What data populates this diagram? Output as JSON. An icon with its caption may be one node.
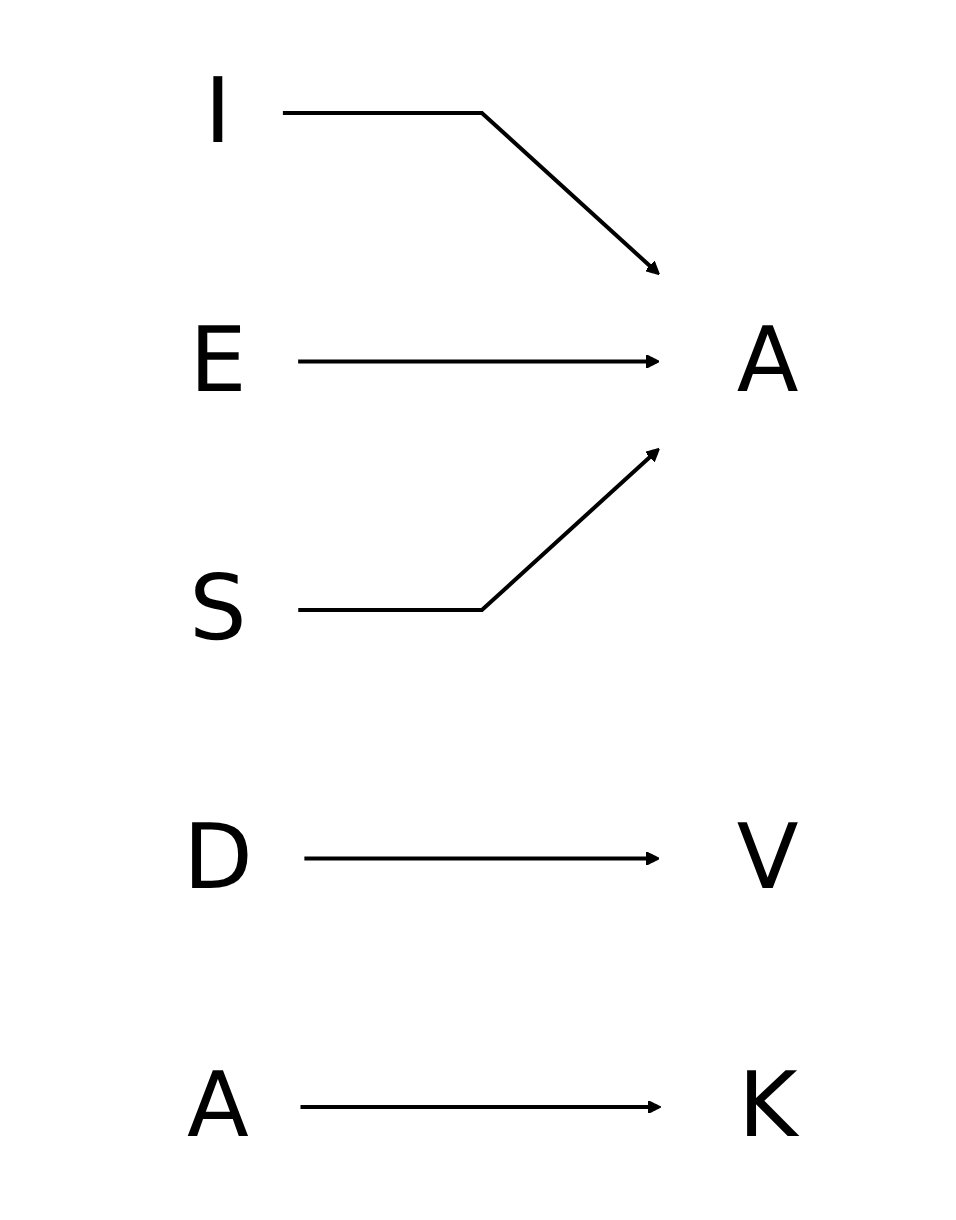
{
  "diagram": {
    "nodes": [
      {
        "text": [
          "I"
        ]
      },
      {
        "text": [
          "D"
        ]
      },
      {
        "text": [
          "E"
        ]
      },
      {
        "text": [
          "A"
        ]
      },
      {
        "text": [
          "S"
        ]
      },
      {
        "text": [
          "V"
        ]
      },
      {
        "text": [
          "A"
        ]
      },
      {
        "text": [
          "K"
        ]
      }
    ],
    "edges": [
      {
        "from": 0,
        "to": 6,
        "arrow": "to"
      },
      {
        "from": 1,
        "to": 5,
        "arrow": "to"
      },
      {
        "from": 2,
        "to": 6,
        "arrow": "to"
      },
      {
        "from": 3,
        "to": 7,
        "arrow": "to"
      },
      {
        "from": 4,
        "to": 6,
        "arrow": "to"
      }
    ]
  }
}
